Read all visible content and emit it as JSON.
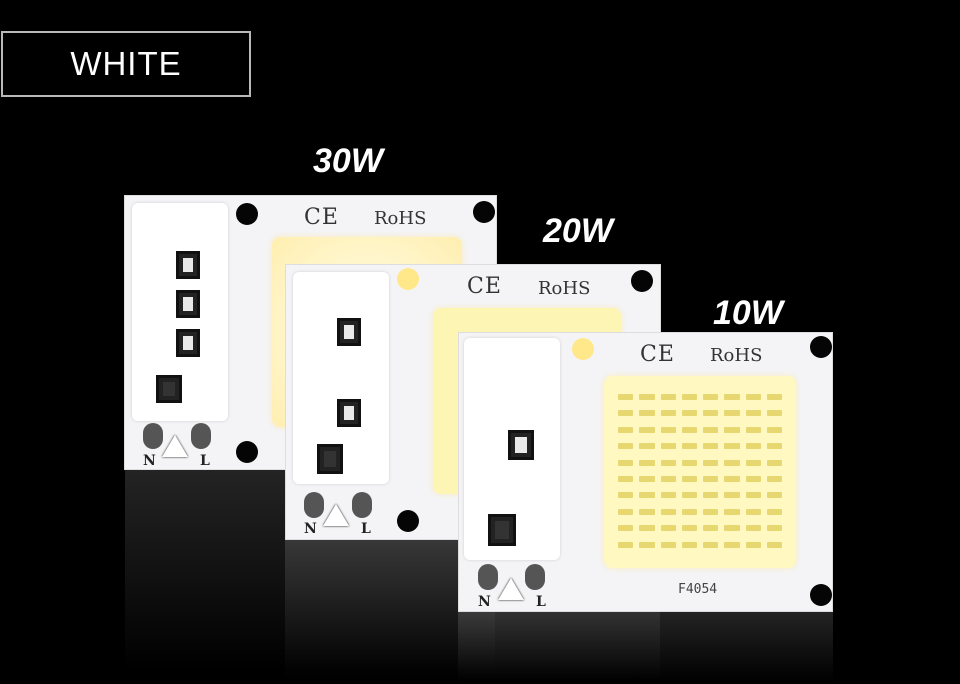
{
  "label": {
    "text": "WHITE"
  },
  "boards": [
    {
      "wattage": "30W",
      "ce": "CE",
      "rohs": "RoHS",
      "n": "N",
      "l": "L"
    },
    {
      "wattage": "20W",
      "ce": "CE",
      "rohs": "RoHS",
      "n": "N",
      "l": "L"
    },
    {
      "wattage": "10W",
      "ce": "CE",
      "rohs": "RoHS",
      "n": "N",
      "l": "L",
      "model": "F4054"
    }
  ],
  "colors": {
    "background": "#000000",
    "board": "#f4f4f6",
    "phosphor": "#fff5c8"
  }
}
